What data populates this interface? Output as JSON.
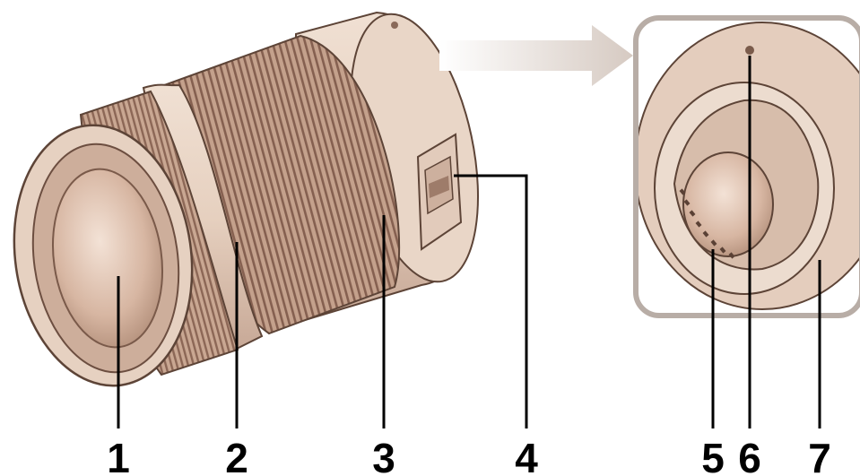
{
  "figure": {
    "callouts": [
      {
        "number": "1"
      },
      {
        "number": "2"
      },
      {
        "number": "3"
      },
      {
        "number": "4"
      },
      {
        "number": "5"
      },
      {
        "number": "6"
      },
      {
        "number": "7"
      }
    ]
  },
  "colors": {
    "lens_body": "#e8d3c2",
    "lens_shadow": "#b3917e",
    "ring_texture": "#9a7463",
    "glass": "#d9b9a6",
    "inset_frame": "#b8ada6",
    "arrow": "#d8cdc6",
    "leader_line": "#000000"
  }
}
